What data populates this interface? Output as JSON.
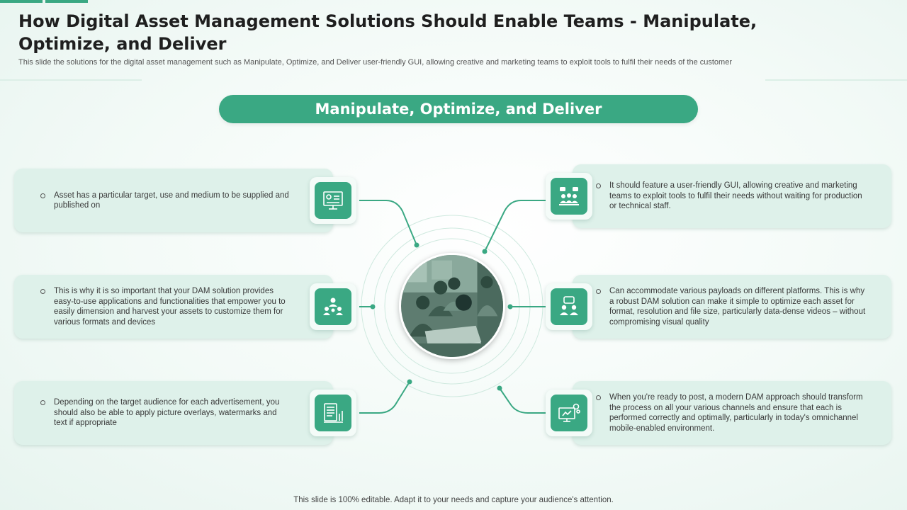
{
  "slide": {
    "title": "How Digital Asset Management Solutions Should Enable Teams - Manipulate, Optimize, and Deliver",
    "subtitle": "This slide the solutions for the digital asset management such as Manipulate, Optimize, and Deliver user-friendly GUI, allowing creative and marketing teams to exploit tools to fulfil their needs of the customer",
    "banner": "Manipulate, Optimize, and Deliver",
    "footer": "This slide is 100% editable. Adapt it to your needs and capture your audience's attention."
  },
  "colors": {
    "accent": "#3aa883",
    "card_bg": "#def1ea",
    "connector": "#3aa883"
  },
  "items": [
    {
      "text": "Asset has a particular target, use and medium to be supplied and published on",
      "icon": "presentation-board-icon"
    },
    {
      "text": "This is why it is so important that your DAM  solution provides easy-to-use applications and functionalities that empower you to  easily dimension and harvest your assets to customize them for various formats and devices",
      "icon": "team-hierarchy-icon"
    },
    {
      "text": "Depending on the target audience for each advertisement, you should also be able to apply picture overlays,  watermarks and text if appropriate",
      "icon": "document-chart-icon"
    },
    {
      "text": "It should feature a user-friendly GUI,  allowing creative and marketing teams to exploit tools to fulfil their needs without waiting for production or technical staff.",
      "icon": "team-discussion-icon"
    },
    {
      "text": "Can accommodate various payloads on different platforms. This is why  a robust DAM  solution can make it simple to optimize each asset for format, resolution and file size, particularly data-dense videos – without compromising visual quality",
      "icon": "chat-people-icon"
    },
    {
      "text": "When you're ready to post, a modern DAM approach should transform the process on all your various channels and ensure that each is performed correctly and optimally, particularly in today's omnichannel mobile-enabled environment.",
      "icon": "monitor-settings-icon"
    }
  ]
}
